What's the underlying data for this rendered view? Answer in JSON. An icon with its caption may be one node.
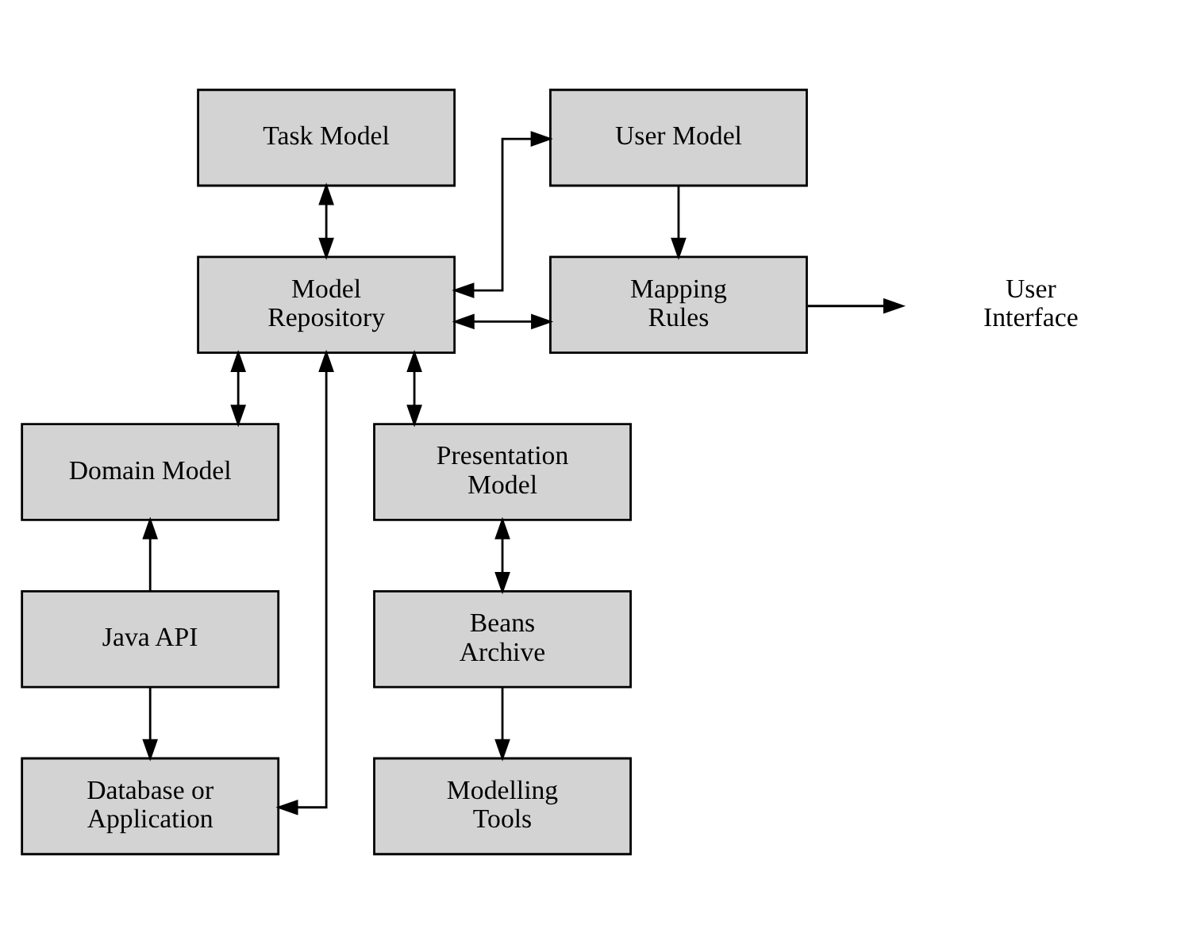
{
  "diagram": {
    "nodes": [
      {
        "text": [
          "Task Model"
        ]
      },
      {
        "text": [
          "User Model"
        ]
      },
      {
        "text": [
          "Model Repository"
        ]
      },
      {
        "text": [
          "Mapping Rules"
        ]
      },
      {
        "text": [
          "User Interface"
        ]
      },
      {
        "text": [
          "Domain Model"
        ]
      },
      {
        "text": [
          "Presentation Model"
        ]
      },
      {
        "text": [
          "Java API"
        ]
      },
      {
        "text": [
          "Beans Archive"
        ]
      },
      {
        "text": [
          "Database or Application"
        ]
      },
      {
        "text": [
          "Modelling Tools"
        ]
      }
    ],
    "edges": [
      {
        "from": 0,
        "to": 2,
        "arrow": "both"
      },
      {
        "from": 1,
        "to": 2,
        "arrow": "both"
      },
      {
        "from": 1,
        "to": 3,
        "arrow": "to"
      },
      {
        "from": 2,
        "to": 3,
        "arrow": "both"
      },
      {
        "from": 3,
        "to": 4,
        "arrow": "to"
      },
      {
        "from": 2,
        "to": 5,
        "arrow": "both"
      },
      {
        "from": 2,
        "to": 6,
        "arrow": "both"
      },
      {
        "from": 7,
        "to": 5,
        "arrow": "to"
      },
      {
        "from": 6,
        "to": 8,
        "arrow": "both"
      },
      {
        "from": 7,
        "to": 9,
        "arrow": "to"
      },
      {
        "from": 8,
        "to": 10,
        "arrow": "to"
      },
      {
        "from": 9,
        "to": 2,
        "arrow": "both"
      }
    ]
  }
}
